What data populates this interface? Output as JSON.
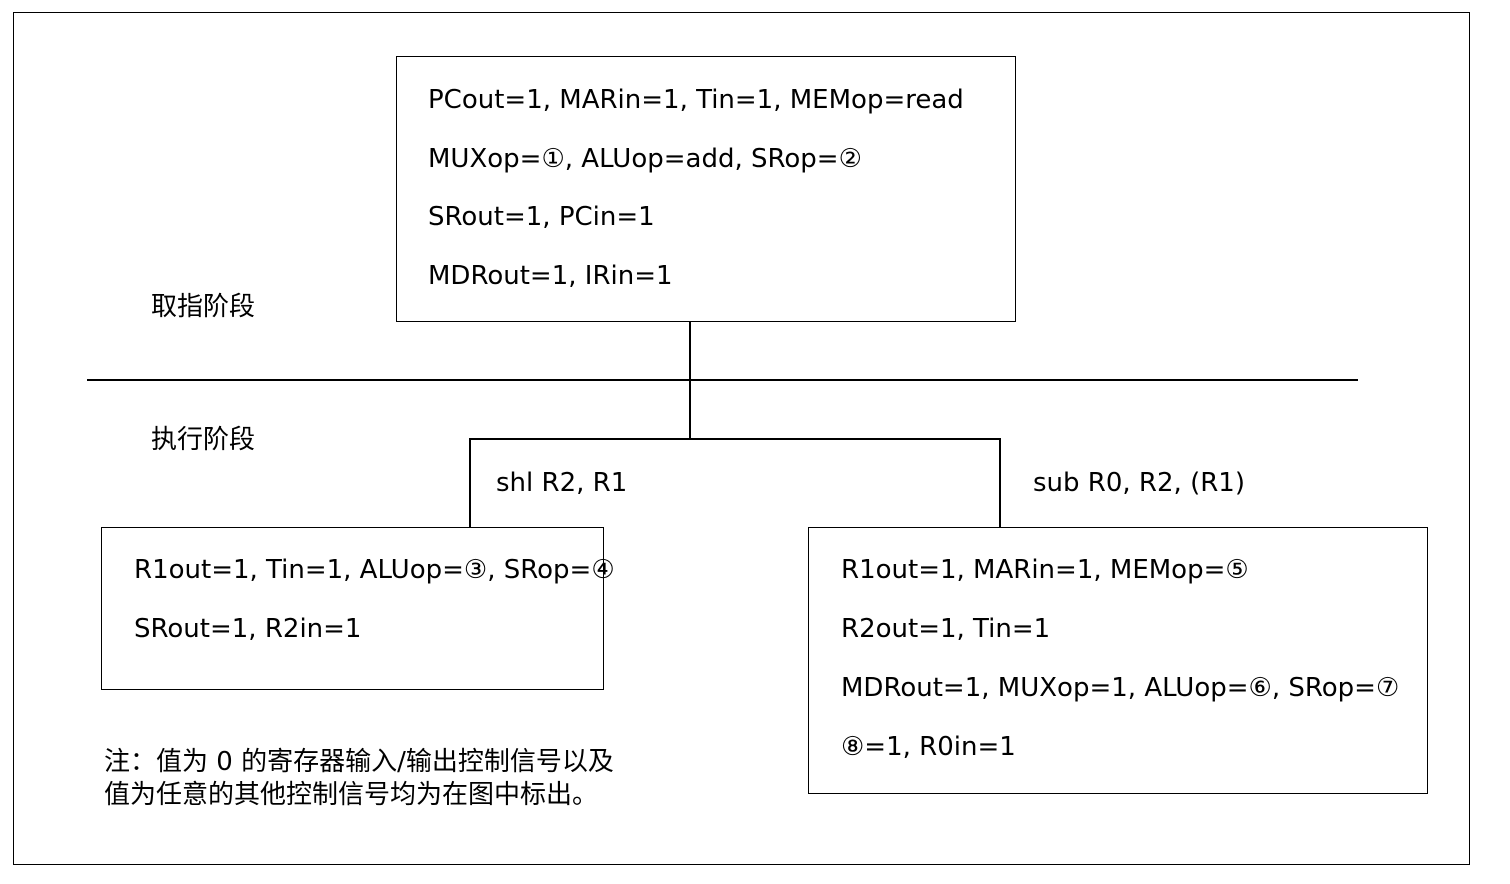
{
  "stages": {
    "fetch": "取指阶段",
    "execute": "执行阶段"
  },
  "fetch_box": {
    "lines": [
      "PCout=1, MARin=1, Tin=1, MEMop=read",
      "MUXop=①, ALUop=add, SRop=②",
      "SRout=1, PCin=1",
      "MDRout=1, IRin=1"
    ]
  },
  "branches": {
    "left_label": "shl R2, R1",
    "right_label": "sub R0, R2, (R1)"
  },
  "left_box": {
    "lines": [
      "R1out=1, Tin=1, ALUop=③, SRop=④",
      "SRout=1, R2in=1"
    ]
  },
  "right_box": {
    "lines": [
      "R1out=1, MARin=1, MEMop=⑤",
      "R2out=1, Tin=1",
      "MDRout=1, MUXop=1, ALUop=⑥, SRop=⑦",
      "⑧=1, R0in=1"
    ]
  },
  "note": {
    "line1": "注：值为 0 的寄存器输入/输出控制信号以及",
    "line2": "值为任意的其他控制信号均为在图中标出。"
  }
}
